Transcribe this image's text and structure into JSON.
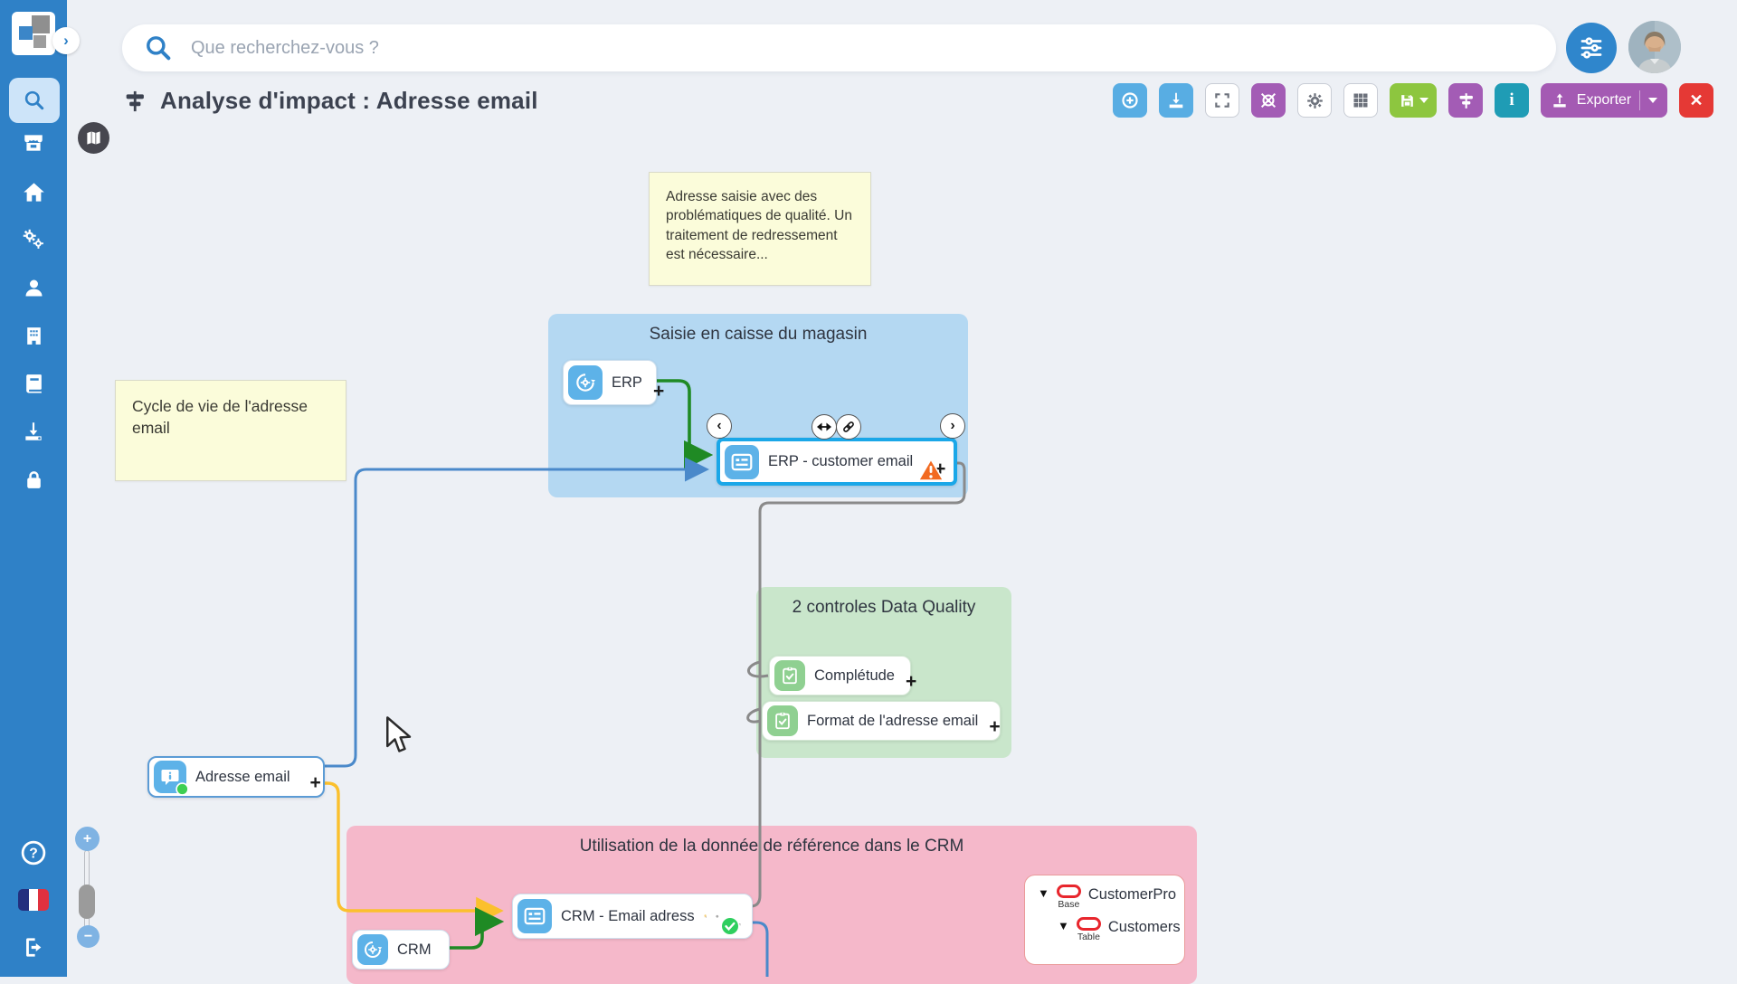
{
  "app": {
    "search_placeholder": "Que recherchez-vous ?",
    "page_title": "Analyse d'impact : Adresse email"
  },
  "sidebar": {
    "icons": [
      "search",
      "marketplace",
      "home",
      "settings",
      "users",
      "organization",
      "glossary",
      "import",
      "security"
    ],
    "footer_icons": [
      "help",
      "language-fr",
      "logout"
    ]
  },
  "toolbar": {
    "buttons": [
      "center-target",
      "download",
      "fullscreen",
      "graph",
      "settings",
      "table",
      "save",
      "impact-analysis",
      "info",
      "export",
      "close"
    ],
    "export_label": "Exporter"
  },
  "canvas": {
    "plus": "+",
    "note_top": "Adresse saisie avec des problématiques de qualité. Un traitement de redressement est nécessaire...",
    "note_left": "Cycle de vie de l'adresse email",
    "group_pos_title": "Saisie en caisse du magasin",
    "group_dq_title": "2 controles Data Quality",
    "group_crm_title": "Utilisation de la donnée de référence dans le CRM",
    "node_erp": "ERP",
    "node_erp_email": "ERP - customer email",
    "node_completude": "Complétude",
    "node_format": "Format de l'adresse email",
    "node_crm": "CRM",
    "node_crm_email": "CRM - Email adress",
    "node_adresse": "Adresse email",
    "tree": {
      "base_label": "CustomerPro",
      "base_type": "Base",
      "table_label": "Customers",
      "table_type": "Table"
    },
    "zoom_plus": "+",
    "zoom_minus": "−"
  },
  "colors": {
    "sidebar": "#2f81c7",
    "group_blue": "#b4d8f2",
    "group_green": "#c9e6cb",
    "group_pink": "#f5b8ca",
    "selected_node_border": "#1aa7e8",
    "node_icon_blue": "#5db2e8",
    "node_icon_green": "#8fd091",
    "btn_blue": "#58ade3",
    "btn_purple": "#a35cb5",
    "btn_green": "#8dc63f",
    "btn_teal": "#1f9cb5",
    "btn_red": "#e53935",
    "btn_export": "#a45ab3",
    "note_yellow": "#fbfcda",
    "line_green": "#1f8a24",
    "line_blue": "#4a89ca",
    "line_yellow": "#fbc02d",
    "line_gray": "#8a8a8a",
    "warning_orange": "#f26a21",
    "shield_teal": "#147c8c",
    "tree_red": "#e8262d"
  }
}
